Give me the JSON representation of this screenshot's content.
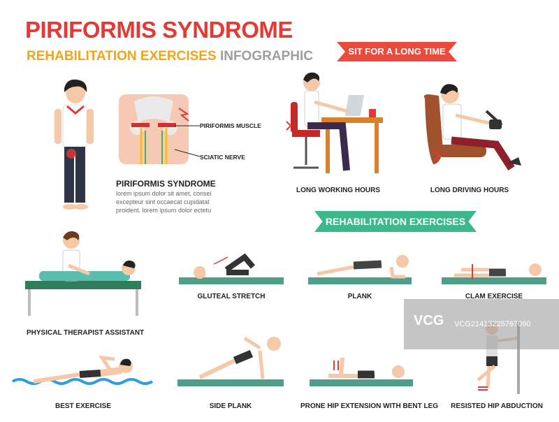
{
  "header": {
    "title": "PIRIFORMIS SYNDROME",
    "subtitle_part1": "REHABILITATION EXERCISES",
    "subtitle_part2": "INFOGRAPHIC"
  },
  "banners": {
    "sit": "SIT FOR A LONG TIME",
    "rehab": "REHABILITATION EXERCISES"
  },
  "anatomy": {
    "muscle_label": "PIRIFORMIS MUSCLE",
    "nerve_label": "SCIATIC NERVE",
    "section_title": "PIRIFORMIS SYNDROME",
    "description_lines": [
      "lorem ipsum dolor sit amet, consei",
      "excepteur sint occaecat cupidatat",
      "proident. lorem ipsum dolor ectetu"
    ]
  },
  "causes": [
    {
      "label": "LONG WORKING HOURS"
    },
    {
      "label": "LONG DRIVING HOURS"
    }
  ],
  "exercises": [
    {
      "label": "PHYSICAL THERAPIST ASSISTANT"
    },
    {
      "label": "GLUTEAL STRETCH"
    },
    {
      "label": "PLANK"
    },
    {
      "label": "CLAM EXERCISE"
    },
    {
      "label": "BEST EXERCISE"
    },
    {
      "label": "SIDE PLANK"
    },
    {
      "label": "PRONE HIP EXTENSION WITH BENT LEG"
    },
    {
      "label": "RESISTED HIP ABDUCTION"
    }
  ],
  "watermark": {
    "logo": "VCG",
    "text": "VCG21413225767090"
  },
  "colors": {
    "title_red": "#e53935",
    "subtitle_orange": "#f2a31b",
    "subtitle_gray": "#9e9e9e",
    "banner_red": "#e94b3c",
    "banner_green": "#3cb88a",
    "mat_teal": "#4e9e8b"
  }
}
